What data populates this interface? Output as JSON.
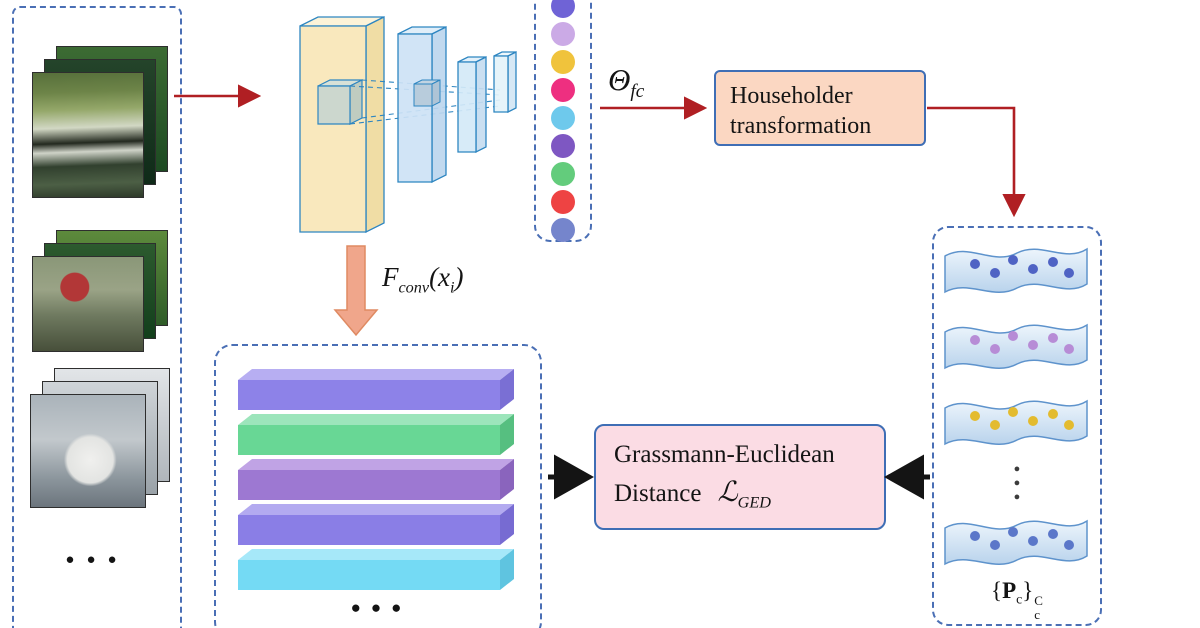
{
  "colors": {
    "arrow_red": "#b01f23",
    "arrow_black": "#141414",
    "panel_dash_border": "#4a6fb5",
    "box_border": "#3f6eb5",
    "householder_bg": "#fbd7c2",
    "ged_bg": "#fbdce4",
    "cnn_yellow": "#f9e8bd",
    "cnn_blue": "#cde2f5",
    "block_arrow": "#f0a68b"
  },
  "input_panel": {
    "groups": [
      "waterbird-photos",
      "finch-photos",
      "wolf-photos"
    ],
    "ellipsis": "●●●"
  },
  "feature_vector": {
    "circle_colors": [
      "#6f63d6",
      "#cbaae6",
      "#f0c33c",
      "#ee2f80",
      "#6ec9ec",
      "#7e57c2",
      "#63cc7c",
      "#ee4343",
      "#7585cc"
    ]
  },
  "theta_label": {
    "symbol": "Θ",
    "sub": "fc"
  },
  "householder_box": {
    "line1": "Householder",
    "line2": "transformation"
  },
  "fconv_label": {
    "f": "F",
    "sub": "conv",
    "open": "(x",
    "isub": "i",
    "close": ")"
  },
  "conv_features_panel": {
    "bars": [
      {
        "front": "#8d82e8",
        "top": "#b7aef2",
        "side": "#7a6fd4"
      },
      {
        "front": "#68d795",
        "top": "#9ce5bb",
        "side": "#56bf80"
      },
      {
        "front": "#9d78d2",
        "top": "#c0a3e5",
        "side": "#8a64bd"
      },
      {
        "front": "#8a7ee6",
        "top": "#b3aaf0",
        "side": "#776bd2"
      },
      {
        "front": "#74daf4",
        "top": "#a6e8f9",
        "side": "#5fc4e0"
      }
    ],
    "ellipsis": "●●●"
  },
  "ged_box": {
    "line1": "Grassmann-Euclidean",
    "line2": "Distance",
    "loss_symbol": "ℒ",
    "loss_sub": "GED"
  },
  "subspace_panel": {
    "dot_colors": [
      "#4f63c4",
      "#b78cd6",
      "#e3bb2f",
      "#5b77c9"
    ],
    "vdot": "●",
    "label": {
      "open": "{",
      "p": "P",
      "psub": "c",
      "close": "}",
      "sup": "C",
      "sub": "c"
    }
  }
}
